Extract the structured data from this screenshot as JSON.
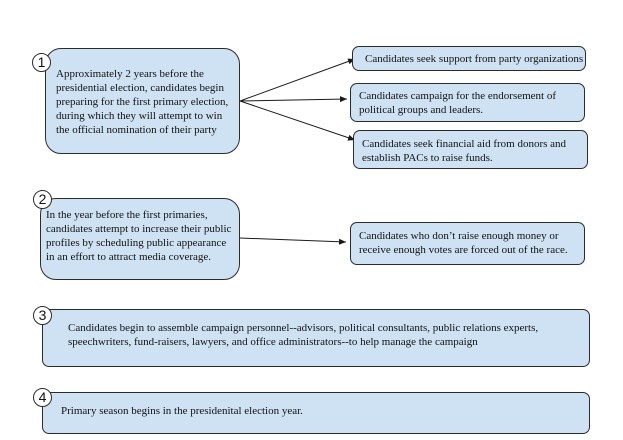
{
  "colors": {
    "box_fill": "#cfe2f3",
    "stroke": "#2b2b2b",
    "badge_fill": "#ffffff"
  },
  "steps": [
    {
      "number": "1",
      "text": "Approximately 2 years before the presidential election, candidates begin preparing for the first primary election, during which they will attempt to win the official nomination of their party",
      "outcomes": [
        "Candidates seek support from party organizations",
        "Candidates campaign for the endorsement of political groups and leaders.",
        "Candidates seek financial aid from donors and establish PACs to raise funds."
      ]
    },
    {
      "number": "2",
      "text": "In the year before the first primaries, candidates attempt to increase their public profiles by scheduling public appearance in an effort to attract media coverage.",
      "outcomes": [
        "Candidates who don’t raise enough money or receive enough votes are forced out of the race."
      ]
    },
    {
      "number": "3",
      "text": "Candidates begin to assemble campaign personnel--advisors, political consultants, public relations experts, speechwriters, fund-raisers, lawyers, and office administrators--to help manage the campaign"
    },
    {
      "number": "4",
      "text": "Primary season begins in the presidenital election year."
    }
  ]
}
